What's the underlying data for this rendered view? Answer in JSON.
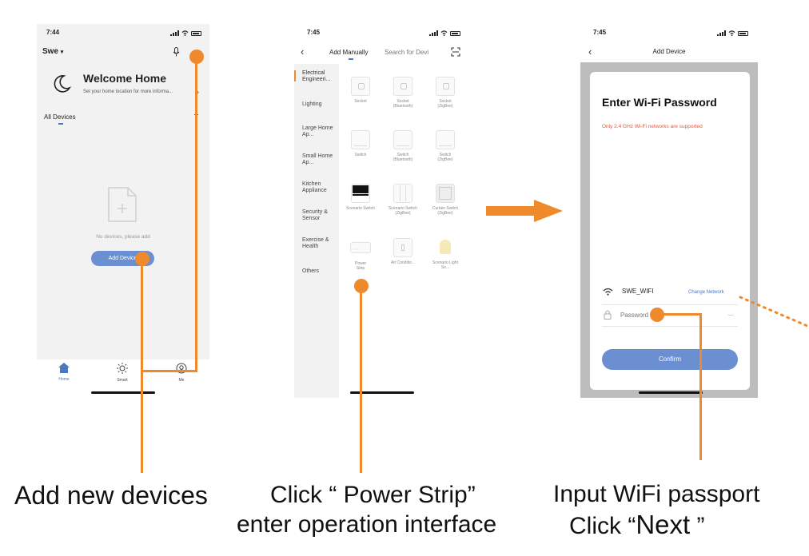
{
  "screen1": {
    "time": "7:44",
    "home_selector": "Swe",
    "welcome_title": "Welcome Home",
    "welcome_subtitle": "Set your home location for more informa...",
    "devices_tab": "All Devices",
    "empty_text": "No devices, please add",
    "add_device_button": "Add Device",
    "nav": [
      {
        "label": "Home",
        "icon": "home-icon"
      },
      {
        "label": "Smart",
        "icon": "sun-icon"
      },
      {
        "label": "Me",
        "icon": "user-icon"
      }
    ]
  },
  "screen2": {
    "time": "7:45",
    "tabs": [
      "Add Manually",
      "Search for Devi"
    ],
    "categories": [
      "Electrical Engineeri...",
      "Lighting",
      "Large Home Ap...",
      "Small Home Ap...",
      "Kitchen Appliance",
      "Security & Sensor",
      "Exercise & Health",
      "Others"
    ],
    "devices": [
      {
        "name": "Socket",
        "sub": ""
      },
      {
        "name": "Socket",
        "sub": "(Bluetooth)"
      },
      {
        "name": "Socket",
        "sub": "(ZigBee)"
      },
      {
        "name": "Switch",
        "sub": ""
      },
      {
        "name": "Switch",
        "sub": "(Bluetooth)"
      },
      {
        "name": "Switch",
        "sub": "(ZigBee)"
      },
      {
        "name": "Scenario Switch",
        "sub": ""
      },
      {
        "name": "Scenario Switch",
        "sub": "(ZigBee)"
      },
      {
        "name": "Curtain Switch",
        "sub": "(ZigBee)"
      },
      {
        "name": "Power Strip",
        "sub": ""
      },
      {
        "name": "Air Conditio...",
        "sub": ""
      },
      {
        "name": "Scenario Light So...",
        "sub": ""
      }
    ]
  },
  "screen3": {
    "time": "7:45",
    "header_title": "Add Device",
    "card_title": "Enter Wi-Fi Password",
    "warning": "Only 2.4 GHz Wi-Fi networks are supported",
    "network_name": "SWE_WIFI",
    "change_network": "Change Network",
    "password_placeholder": "Password",
    "confirm_button": "Confirm"
  },
  "captions": {
    "c1": "Add new devices",
    "c2_line1": "Click “ Power Strip”",
    "c2_line2": "enter operation interface",
    "c3_line1": "Input WiFi passport",
    "c3_line2_prefix": "Click “",
    "c3_line2_bold": "Next",
    "c3_line2_suffix": " ”"
  },
  "colors": {
    "accent_orange": "#ee8a2b",
    "button_blue": "#6b8fd0",
    "warning_red": "#e8573a",
    "link_blue": "#4a78c2"
  }
}
